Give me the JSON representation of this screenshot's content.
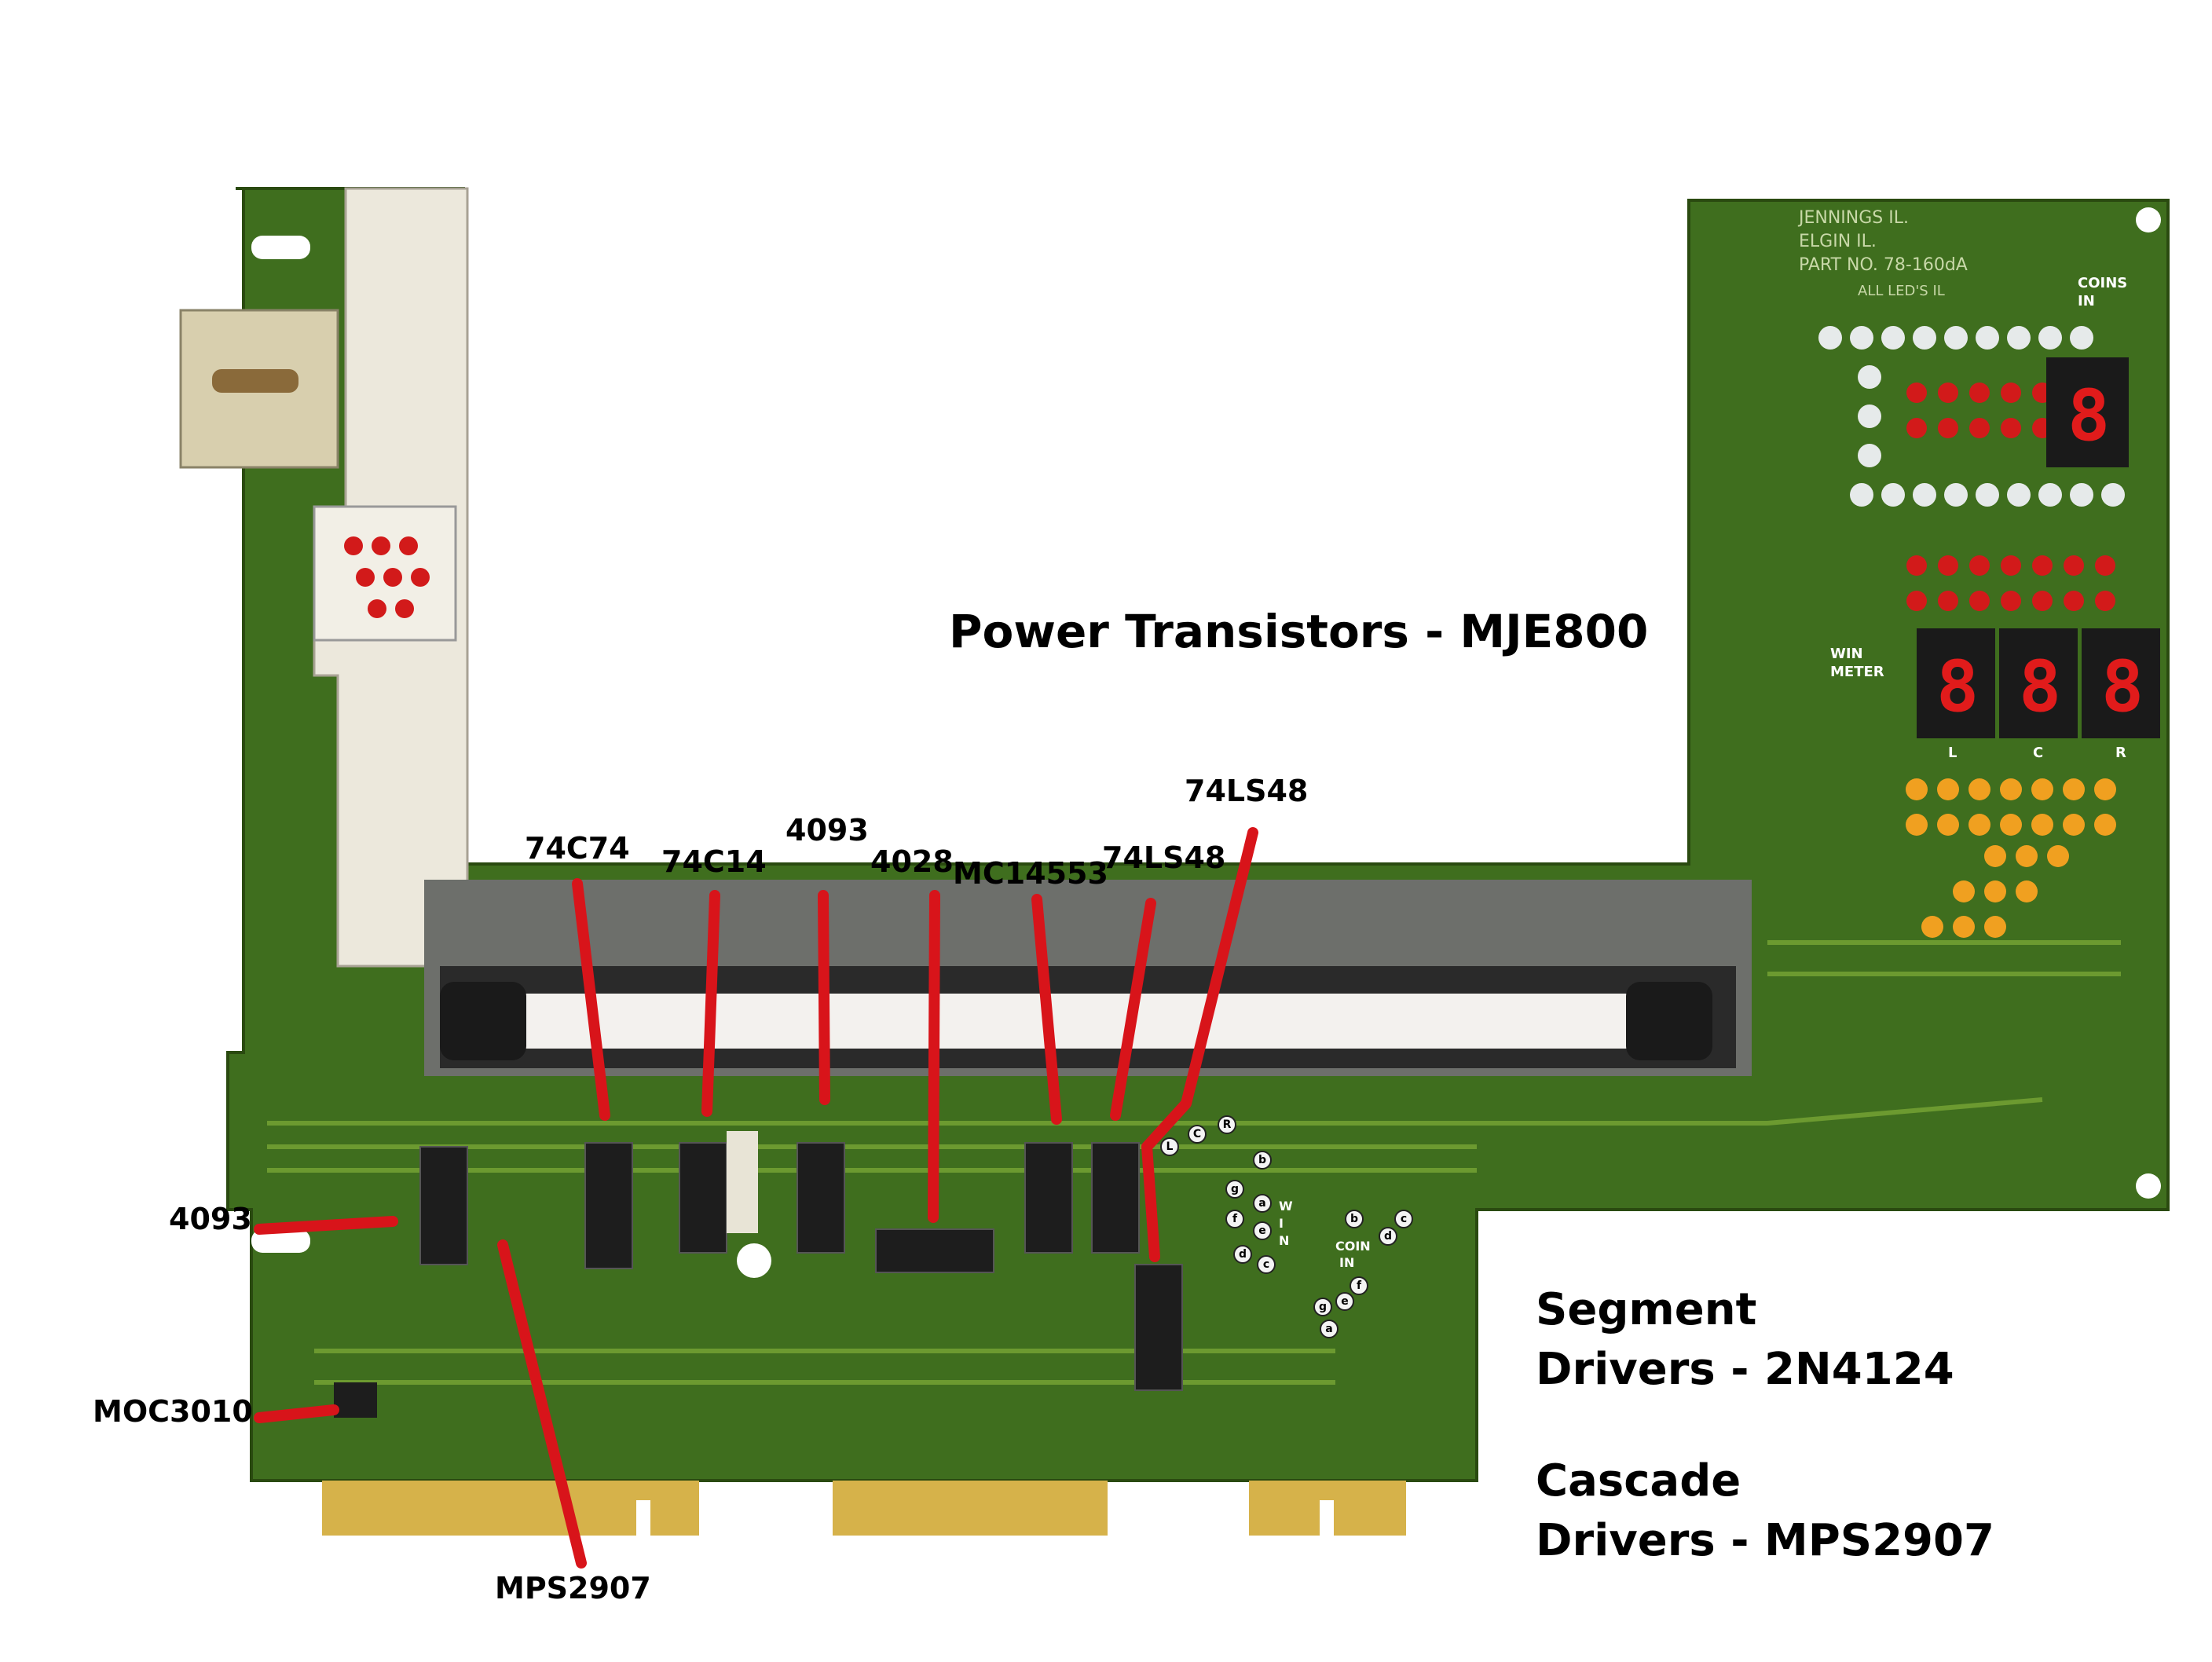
{
  "labels": {
    "power_transistors": "Power Transistors - MJE800",
    "ic_74c74": "74C74",
    "ic_74c14": "74C14",
    "ic_4093_top": "4093",
    "ic_4028": "4028",
    "ic_mc14553": "MC14553",
    "ic_74ls48_a": "74LS48",
    "ic_74ls48_b": "74LS48",
    "ic_4093_left": "4093",
    "moc3010": "MOC3010",
    "mps2907": "MPS2907",
    "segment_line1": "Segment",
    "segment_line2": "Drivers - 2N4124",
    "cascade_line1": "Cascade",
    "cascade_line2": "Drivers - MPS2907"
  },
  "board_text": {
    "maker": "JENNINGS IL.",
    "city": "ELGIN IL.",
    "part": "PART NO. 78-160dA",
    "leds": "ALL LED'S IL",
    "coins": "COINS",
    "coins_in": "IN",
    "win": "WIN",
    "meter": "METER",
    "col_l": "L",
    "col_c": "C",
    "col_r": "R"
  },
  "pin_labels": {
    "win_top": [
      "L",
      "C",
      "R"
    ],
    "win_segments": [
      "b",
      "g",
      "a",
      "f",
      "e",
      "d",
      "c"
    ],
    "win_text": "W I N",
    "coin_segments": [
      "b",
      "c",
      "d",
      "f",
      "e",
      "g",
      "a"
    ],
    "coin_text": "COIN",
    "coin_text2": "IN"
  },
  "colors": {
    "pcb": "#3f6e1e",
    "pcb_dark": "#2e5512",
    "trace": "#6c9a30",
    "gold": "#d6b24a",
    "pointer": "#d8141a"
  }
}
